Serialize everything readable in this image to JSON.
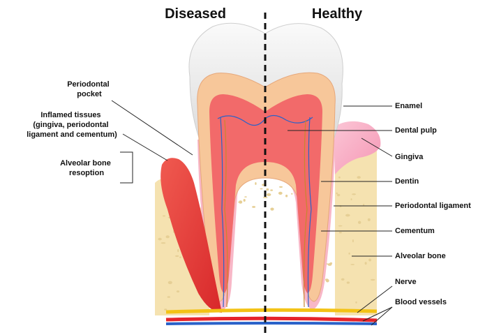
{
  "titles": {
    "left": "Diseased",
    "right": "Healthy"
  },
  "labels_left": {
    "pocket": [
      "Periodontal",
      "pocket"
    ],
    "inflamed": [
      "Inflamed tissues",
      "(gingiva, periodontal",
      "ligament and cementum)"
    ],
    "resorption": [
      "Alveolar bone",
      "resoption"
    ]
  },
  "labels_right": {
    "enamel": "Enamel",
    "dental_pulp": "Dental pulp",
    "gingiva": "Gingiva",
    "dentin": "Dentin",
    "periodontal_ligament": "Periodontal ligament",
    "cementum": "Cementum",
    "alveolar_bone": "Alveolar bone",
    "nerve": "Nerve",
    "blood_vessels": "Blood vessels"
  },
  "colors": {
    "enamel": "#ececec",
    "dentin": "#f7c79a",
    "pulp": "#f26a6a",
    "bone": "#f5e2b0",
    "bone_spot": "#e6cf95",
    "gingiva_healthy": "#f7a8c2",
    "gingiva_inflamed": "#e8413c",
    "nerve": "#f3c316",
    "artery": "#e5242b",
    "vein": "#2a62c9",
    "divider": "#111111"
  }
}
